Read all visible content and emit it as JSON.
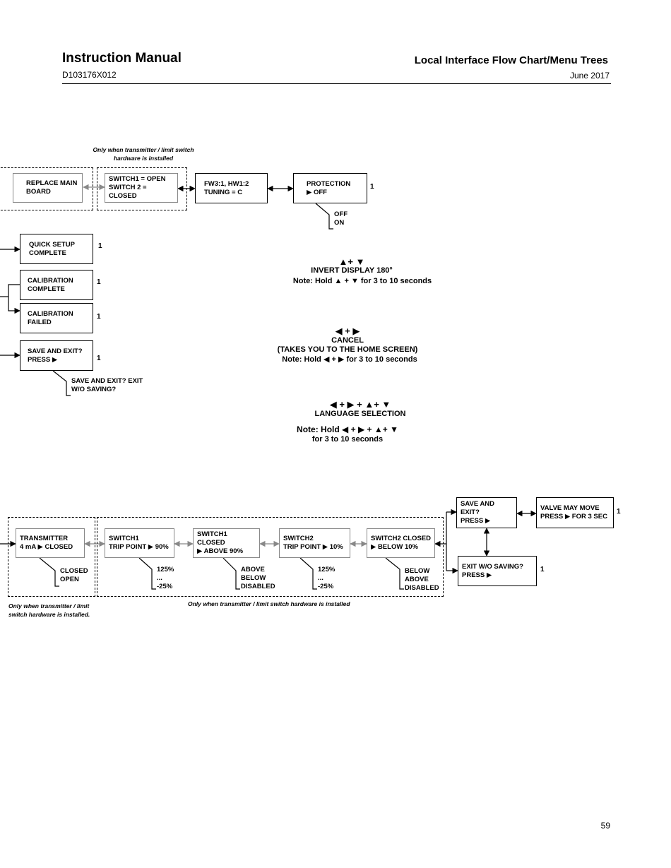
{
  "header": {
    "title": "Instruction Manual",
    "doc_number": "D103176X012",
    "section": "Local Interface Flow Chart/Menu Trees",
    "date": "June 2017"
  },
  "page_number": "59",
  "top_flow": {
    "note": "Only when transmitter / limit switch hardware is installed",
    "replace_main_board": "REPLACE MAIN BOARD",
    "switch_status": [
      "SWITCH1 = OPEN",
      "SWITCH 2 = CLOSED"
    ],
    "firmware": [
      "FW3:1, HW1:2",
      "TUNING = C"
    ],
    "protection": [
      "PROTECTION",
      "▶ OFF"
    ],
    "protection_marker": "1",
    "protection_options": [
      "OFF",
      "ON"
    ]
  },
  "left_column": {
    "quick_setup": "QUICK SETUP COMPLETE",
    "calibration_complete": "CALIBRATION COMPLETE",
    "calibration_failed": "CALIBRATION FAILED",
    "save_exit": [
      "SAVE AND EXIT?",
      "PRESS ▶"
    ],
    "save_exit_options": [
      "SAVE AND EXIT? EXIT",
      "W/O SAVING?"
    ],
    "marker": "1"
  },
  "shortcuts": {
    "invert_keys": "▲+ ▼",
    "invert_label": "INVERT DISPLAY 180°",
    "invert_note": "Note: Hold ▲ + ▼   for 3 to 10 seconds",
    "cancel_keys": "◀ + ▶",
    "cancel_label": "CANCEL",
    "cancel_sub": "(TAKES YOU TO THE HOME SCREEN)",
    "cancel_note": "Note: Hold ◀ + ▶   for 3 to 10 seconds",
    "language_keys": "◀ + ▶ + ▲+ ▼",
    "language_label": "LANGUAGE SELECTION",
    "language_note": "Note: Hold   ◀ + ▶ + ▲+ ▼",
    "language_note_2": "for 3 to 10 seconds"
  },
  "bottom_flow": {
    "transmitter": [
      "TRANSMITTER",
      "4 mA ▶ CLOSED"
    ],
    "transmitter_options": [
      "CLOSED",
      "OPEN"
    ],
    "transmitter_note": "Only when transmitter / limit switch hardware is installed.",
    "switch1_trip": [
      "SWITCH1",
      "TRIP POINT ▶ 90%"
    ],
    "switch1_trip_options": [
      "125%",
      "...",
      "-25%"
    ],
    "switch1_closed": [
      "SWITCH1 CLOSED",
      "▶ ABOVE 90%"
    ],
    "switch1_closed_options": [
      "ABOVE",
      "BELOW",
      "DISABLED"
    ],
    "switch2_trip": [
      "SWITCH2",
      "TRIP POINT ▶ 10%"
    ],
    "switch2_trip_options": [
      "125%",
      "...",
      "-25%"
    ],
    "switch2_closed": [
      "SWITCH2 CLOSED",
      "▶ BELOW 10%"
    ],
    "switch2_closed_options": [
      "BELOW",
      "ABOVE",
      "DISABLED"
    ],
    "switch_note": "Only when transmitter / limit switch hardware is installed",
    "save_exit": [
      "SAVE AND EXIT?",
      "PRESS ▶"
    ],
    "valve_may_move": [
      "VALVE MAY MOVE",
      "PRESS ▶ FOR 3 SEC"
    ],
    "exit_without_saving": [
      "EXIT W/O SAVING?",
      "PRESS ▶"
    ],
    "marker": "1"
  }
}
